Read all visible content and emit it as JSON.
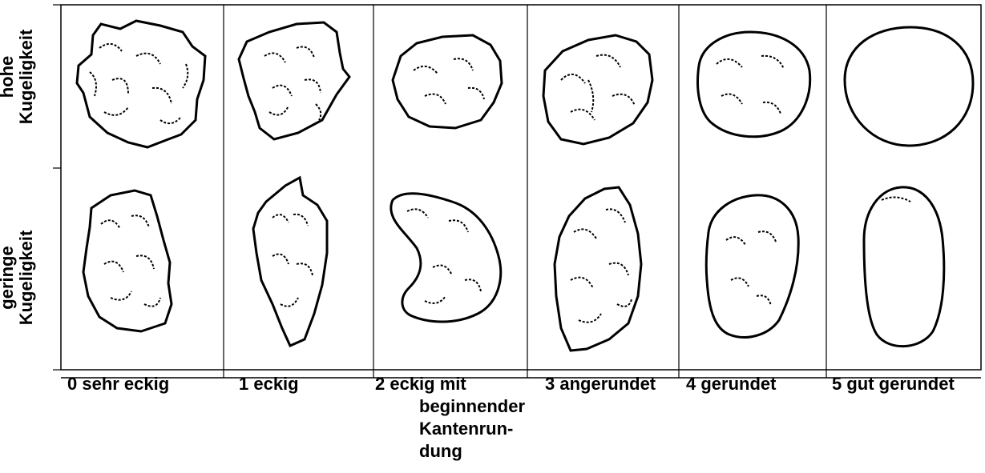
{
  "rows": [
    {
      "label": "hohe\nKugeligkeit"
    },
    {
      "label": "geringe\nKugeligkeit"
    }
  ],
  "columns": [
    {
      "label": "0 sehr eckig"
    },
    {
      "label": "1 eckig"
    },
    {
      "label": "2 eckig mit\n         beginnender\n         Kantenrun-\n         dung"
    },
    {
      "label": "3 angerundet"
    },
    {
      "label": "4 gerundet"
    },
    {
      "label": "5 gut gerundet"
    }
  ],
  "colors": {
    "line": "#000000",
    "background": "#ffffff"
  }
}
